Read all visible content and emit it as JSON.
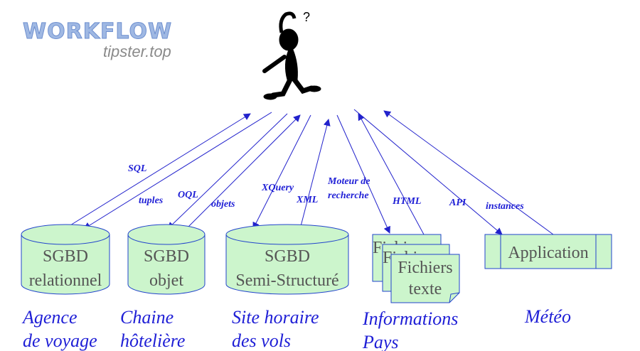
{
  "logo": {
    "name": "WORKFLOW",
    "site": "tipster.top"
  },
  "figure": {
    "question_mark": "?"
  },
  "edges": {
    "sql": "SQL",
    "tuples": "tuples",
    "oql": "OQL",
    "objets": "objets",
    "xquery": "XQuery",
    "xml": "XML",
    "moteur_line1": "Moteur de",
    "moteur_line2": "recherche",
    "html": "HTML",
    "api": "API",
    "instances": "instances"
  },
  "nodes": {
    "relational": {
      "line1": "SGBD",
      "line2": "relationnel"
    },
    "object": {
      "line1": "SGBD",
      "line2": "objet"
    },
    "semistructured": {
      "line1": "SGBD",
      "line2": "Semi-Structuré"
    },
    "files": {
      "back1": "Fichiers",
      "back2": "Fichiers",
      "line1": "Fichiers",
      "line2": "texte"
    },
    "application": {
      "label": "Application"
    }
  },
  "captions": {
    "travel": {
      "line1": "Agence",
      "line2": "de voyage"
    },
    "hotel": {
      "line1": "Chaine",
      "line2": "hôtelière"
    },
    "flights": {
      "line1": "Site horaire",
      "line2": "des vols"
    },
    "country": {
      "line1": "Informations",
      "line2": "Pays"
    },
    "weather": {
      "line1": "Météo"
    }
  },
  "colors": {
    "node_fill": "#ccf5cc",
    "node_stroke": "#2244cc",
    "edge": "#2222cc",
    "caption": "#1f1fd6"
  }
}
